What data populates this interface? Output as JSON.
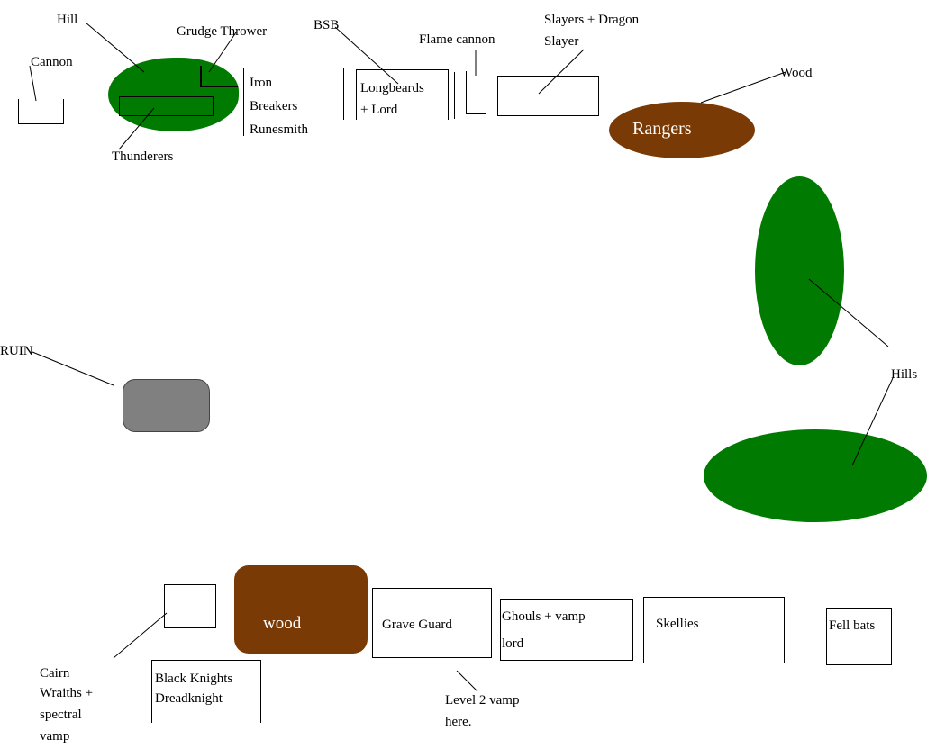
{
  "colors": {
    "hill": "#007a00",
    "wood": "#7a3a05",
    "ruin": "#808080",
    "ink": "#000000"
  },
  "dwarfs": {
    "cannon": "Cannon",
    "hill": "Hill",
    "grudge_thrower": "Grudge Thrower",
    "thunderers": "Thunderers",
    "iron_breakers": [
      "Iron",
      "Breakers",
      "Runesmith"
    ],
    "bsb": "BSB",
    "longbeards": [
      "Longbeards",
      "+ Lord"
    ],
    "flame_cannon": "Flame cannon",
    "slayers": [
      "Slayers + Dragon",
      "Slayer"
    ]
  },
  "terrain": {
    "wood_label": "Wood",
    "rangers": "Rangers",
    "hills": "Hills",
    "ruin": "RUIN",
    "wood_bottom": "wood"
  },
  "undead": {
    "cairn_wraiths": [
      "Cairn",
      "Wraiths +",
      "spectral",
      "vamp"
    ],
    "black_knights": [
      "Black Knights",
      "Dreadknight"
    ],
    "grave_guard": "Grave Guard",
    "level2": [
      "Level 2 vamp",
      "here."
    ],
    "ghouls": [
      "Ghouls + vamp",
      "lord"
    ],
    "skellies": "Skellies",
    "fell_bats": "Fell bats"
  }
}
